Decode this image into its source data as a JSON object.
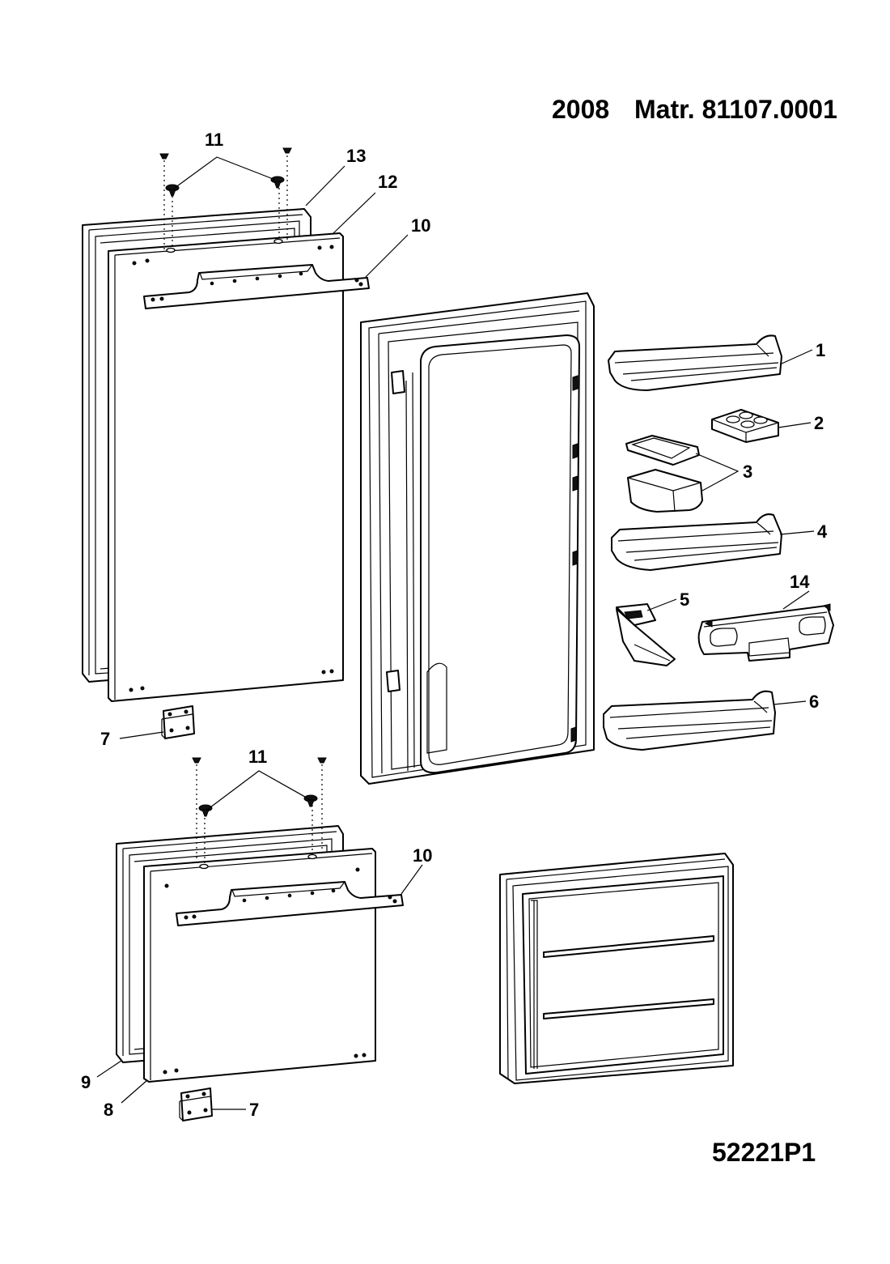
{
  "header": {
    "year": "2008",
    "matr": "Matr. 81107.0001"
  },
  "footer": {
    "code": "52221P1"
  },
  "labels": {
    "l1": "1",
    "l2": "2",
    "l3": "3",
    "l4": "4",
    "l5": "5",
    "l6": "6",
    "l7a": "7",
    "l7b": "7",
    "l8": "8",
    "l9": "9",
    "l10a": "10",
    "l10b": "10",
    "l11a": "11",
    "l11b": "11",
    "l12": "12",
    "l13": "13",
    "l14": "14"
  }
}
